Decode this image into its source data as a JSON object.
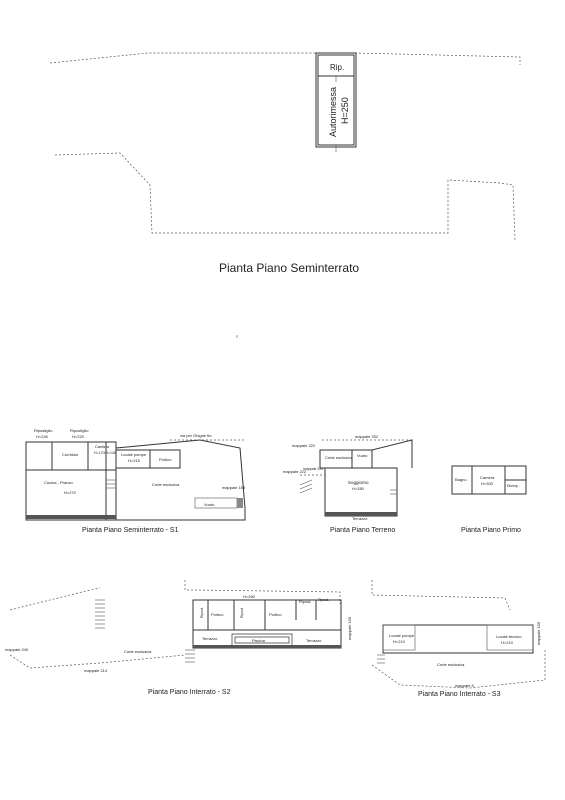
{
  "titles": {
    "seminterrato": "Pianta Piano Seminterrato",
    "seminterrato_s1": "Pianta Piano Seminterrato - S1",
    "terreno": "Pianta Piano Terreno",
    "primo": "Pianta Piano Primo",
    "interrato_s2": "Pianta Piano Interrato - S2",
    "interrato_s3": "Pianta Piano Interrato - S3"
  },
  "top_plan": {
    "rip": "Rip.",
    "autorimessa": "Autorimessa",
    "height": "H=250"
  },
  "s1": {
    "ripostiglio_1": "Ripostiglio",
    "ripostiglio_1_h": "H=240",
    "ripostiglio_2": "Ripostiglio",
    "ripostiglio_2_h": "H=220",
    "cantina": "Cantina",
    "cantina_h": "H=170/H=140",
    "corridoio": "Corridoio",
    "locale_pompe": "Locale pompe",
    "locale_pompe_h": "H=215",
    "portico": "Portico",
    "via": "via per Ghigne tto",
    "cucina": "Cucina - Pranzo",
    "cucina_h": "H=270",
    "corte": "Corte esclusiva",
    "mappale": "mappale 159",
    "vuoto": "Vuoto"
  },
  "terreno": {
    "mappale_252": "mappale 252",
    "mappale_222a": "mappale 222",
    "mappale_222b": "mappale 222",
    "mappale_220": "mappale 220",
    "corte": "Corte esclusiva",
    "vuoto": "Vuoto",
    "soggiorno": "Soggiorno",
    "soggiorno_h": "H=280",
    "terrazzo": "Terrazzo"
  },
  "primo": {
    "bagno": "Bagno",
    "camera": "Camera",
    "camera_h": "H=300",
    "disimp": "Disimp."
  },
  "s2": {
    "h": "H=260",
    "ripost_a": "Ripost.",
    "ripost_b": "Ripost.",
    "ripost_c": "Ripost.",
    "ripost_d": "Ripost.",
    "portico_1": "Portico",
    "portico_2": "Portico",
    "terrazzo_1": "Terrazzo",
    "piscina": "Piscina",
    "terrazzo_2": "Terrazzo",
    "mappale_240": "mappale 240",
    "mappale_214": "mappale 214",
    "mappale_159": "mappale 159",
    "corte": "Corte esclusiva"
  },
  "s3": {
    "locale_pompe": "Locale pompe",
    "locale_pompe_h": "H=210",
    "locale_tecnico": "Locale tecnico",
    "locale_tecnico_h": "H=210",
    "mappale_159": "mappale 159",
    "corte": "Corte esclusiva",
    "mappale_8": "mappale 8"
  }
}
